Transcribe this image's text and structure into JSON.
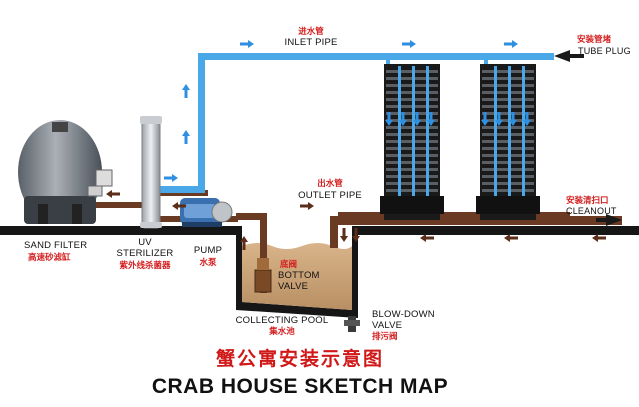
{
  "labels": {
    "inlet_pipe_zh": "进水管",
    "inlet_pipe_en": "INLET PIPE",
    "tube_plug_zh": "安装管堵",
    "tube_plug_en": "TUBE PLUG",
    "outlet_pipe_zh": "出水管",
    "outlet_pipe_en": "OUTLET PIPE",
    "cleanout_zh": "安装清扫口",
    "cleanout_en": "CLEANOUT",
    "sand_filter_en": "SAND FILTER",
    "sand_filter_zh": "高速砂滤缸",
    "uv_line1": "UV",
    "uv_line2": "STERILIZER",
    "uv_zh": "紫外线杀菌器",
    "pump_en": "PUMP",
    "pump_zh": "水泵",
    "bottom_valve_zh": "底阀",
    "bottom_valve_line1": "BOTTOM",
    "bottom_valve_line2": "VALVE",
    "collecting_pool_en": "COLLECTING POOL",
    "collecting_pool_zh": "集水池",
    "blowdown_line1": "BLOW-DOWN",
    "blowdown_line2": "VALVE",
    "blowdown_zh": "排污阀"
  },
  "title": {
    "zh": "蟹公寓安装示意图",
    "en": "CRAB HOUSE SKETCH MAP"
  },
  "colors": {
    "inlet_pipe": "#4aa8e8",
    "outlet_pipe": "#6b3a22",
    "arrow_blue": "#2f8fe0",
    "arrow_brown": "#5a2e18",
    "pool_water": "#c8a27a",
    "accent_red": "#d42020"
  }
}
